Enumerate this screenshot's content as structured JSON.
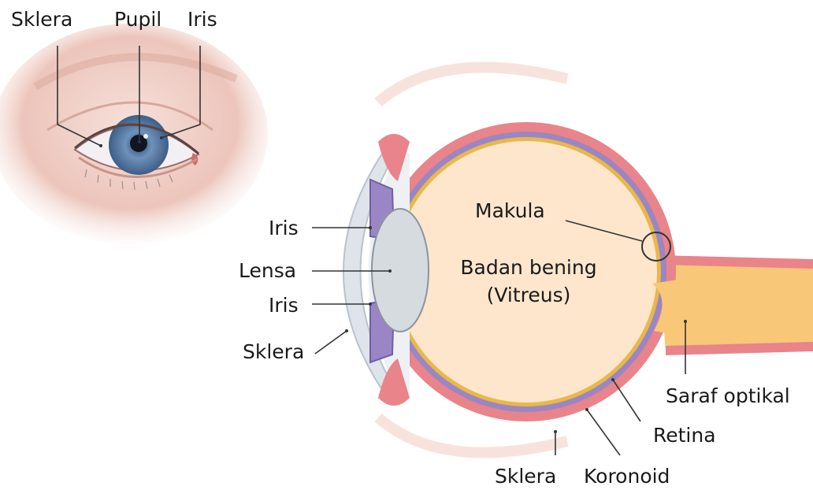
{
  "face_labels": {
    "sclera": "Sklera",
    "pupil": "Pupil",
    "iris": "Iris"
  },
  "section_labels": {
    "iris_upper": "Iris",
    "lens": "Lensa",
    "iris_lower": "Iris",
    "sclera_front": "Sklera",
    "macula": "Makula",
    "vitreous_line1": "Badan bening",
    "vitreous_line2": "(Vitreus)",
    "optic_nerve": "Saraf optikal",
    "retina": "Retina",
    "sclera_bottom": "Sklera",
    "choroid": "Koronoid"
  },
  "colors": {
    "skin": "#f1d4cc",
    "iris_blue": "#7f9fc2",
    "sclera_red": "#e8848a",
    "choroid_purple": "#9a86c4",
    "retina_yellow": "#e8b84a",
    "vitreous": "#fde6cc",
    "lens": "#d6dbe0",
    "cornea": "#e3e7ec",
    "optic_nerve": "#f8c878"
  }
}
